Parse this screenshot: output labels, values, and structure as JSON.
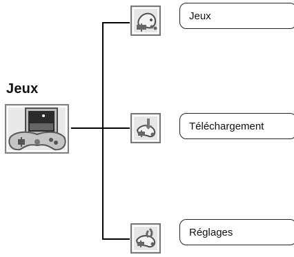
{
  "root": {
    "title": "Jeux",
    "icon": "game-console-icon"
  },
  "menu": [
    {
      "label": "Jeux",
      "icon": "gamepad-palette-icon"
    },
    {
      "label": "Téléchargement",
      "icon": "gamepad-download-icon"
    },
    {
      "label": "Réglages",
      "icon": "gamepad-settings-icon"
    }
  ],
  "colors": {
    "line": "#000000",
    "icon_bg": "#e8e8e8",
    "icon_border": "#7a7a7a"
  }
}
